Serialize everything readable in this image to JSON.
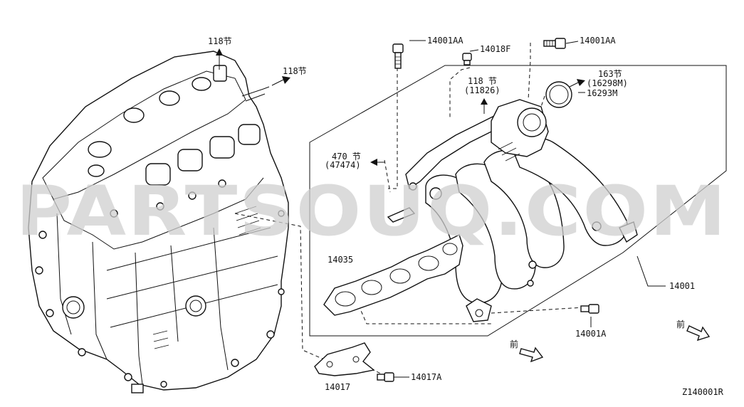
{
  "watermark": "PARTSOUQ.COM",
  "diagram_code": "Z140001R",
  "front_marker": "前",
  "callouts": {
    "ref_118_top": "118节",
    "ref_118_right": "118节",
    "bolt_14001AA_left": "14001AA",
    "plug_14018F": "14018F",
    "bolt_14001AA_right": "14001AA",
    "ref_163_line1": "163节",
    "ref_163_line2": "(16298M)",
    "gasket_16293M": "16293M",
    "ref_118_mid_line1": "118 节",
    "ref_118_mid_line2": "(11826)",
    "ref_470_line1": "470 节",
    "ref_470_line2": "(47474)",
    "gasket_14035": "14035",
    "manifold_14001": "14001",
    "bolt_14001A": "14001A",
    "bracket_14017": "14017",
    "bolt_14017A": "14017A"
  }
}
